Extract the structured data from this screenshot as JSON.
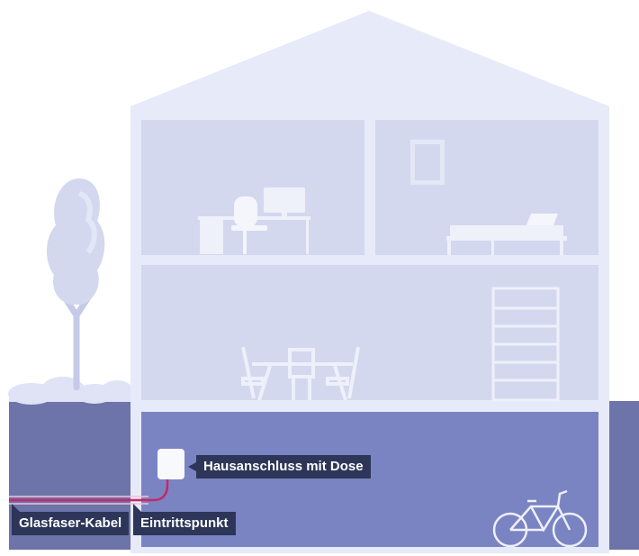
{
  "labels": {
    "house_connection": "Hausanschluss mit Dose",
    "fiber_cable": "Glasfaser-Kabel",
    "entry_point": "Eintrittspunkt"
  },
  "colors": {
    "ground": "#6c74a9",
    "cellar": "#7b84c2",
    "house_outline": "#e7eaf8",
    "room_fill": "#d3d8ef",
    "furniture": "#eef0fa",
    "fiber_line": "#c5286b",
    "label_bg": "#2d3558"
  },
  "icons": [
    "tree-icon",
    "desk-icon",
    "monitor-icon",
    "chair-icon",
    "picture-frame-icon",
    "bed-icon",
    "laptop-icon",
    "dining-table-icon",
    "shelf-icon",
    "wall-socket-icon",
    "bicycle-icon"
  ]
}
